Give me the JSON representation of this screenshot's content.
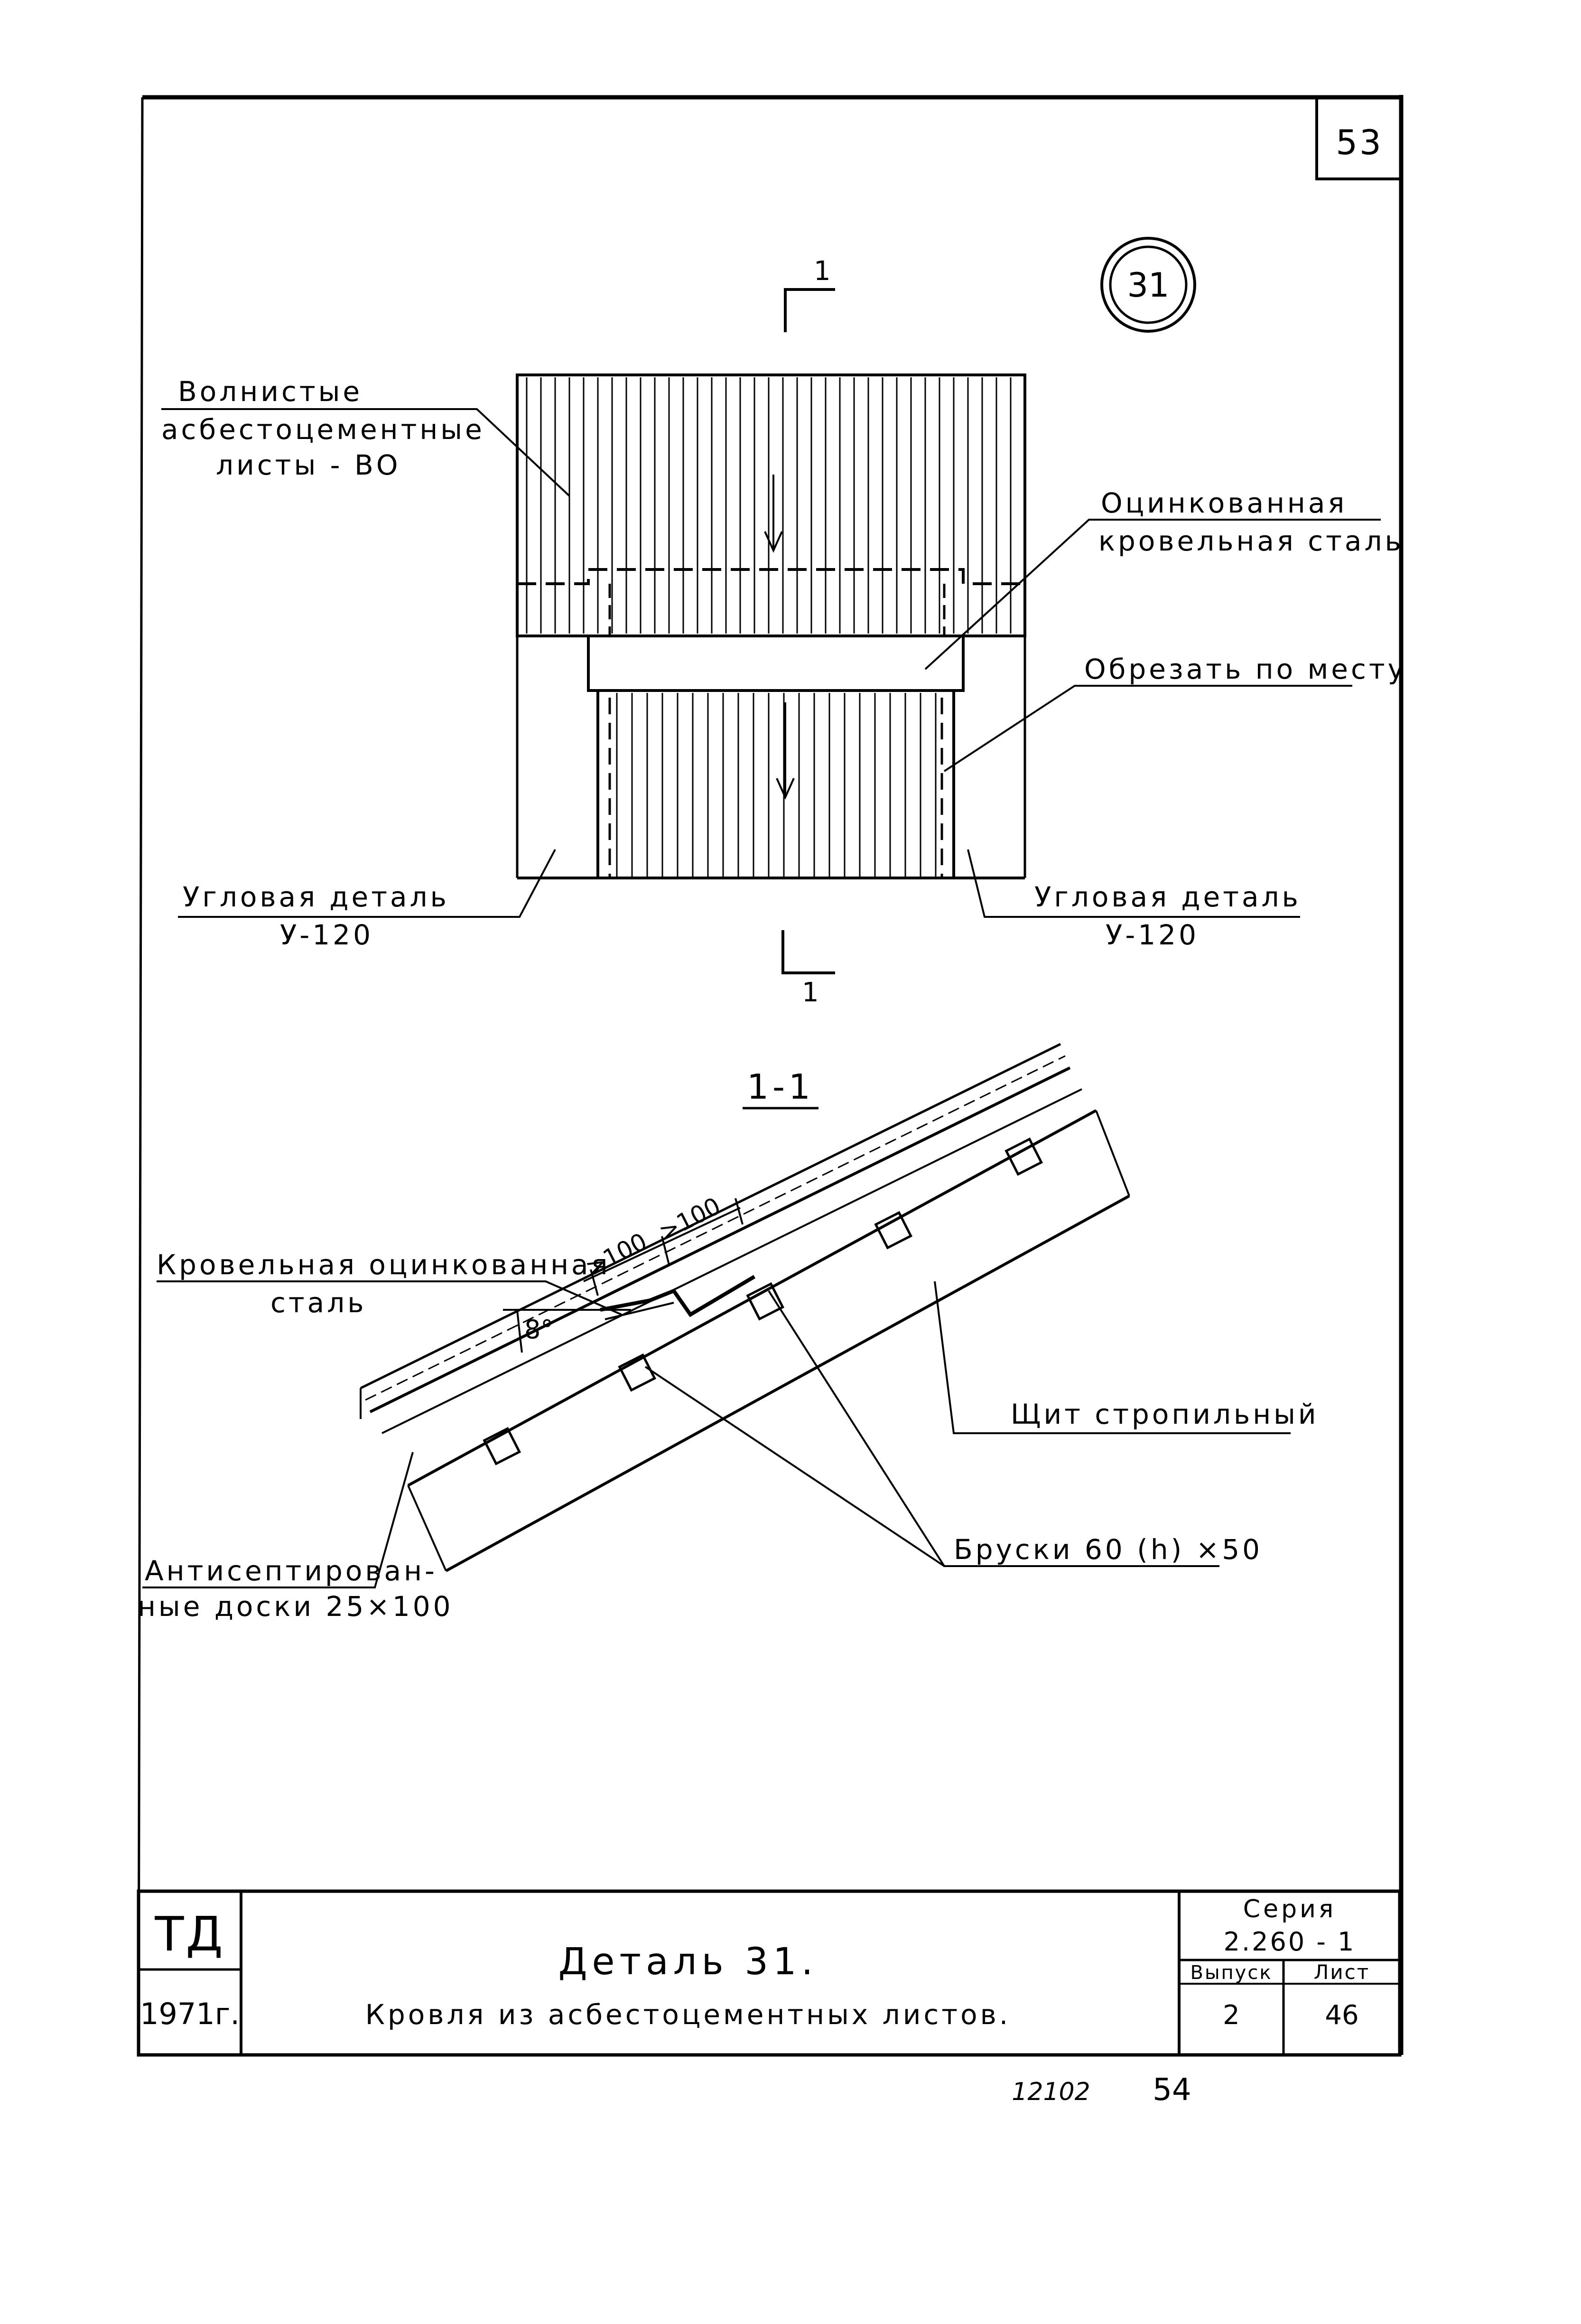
{
  "sheet": {
    "page_number": "53",
    "detail_marker": "31",
    "bottom_left_number": "12102",
    "bottom_right_number": "54"
  },
  "plan_view": {
    "section_mark": "1",
    "label_wavy_sheets": [
      "Волнистые",
      "асбестоцементные",
      "листы - ВО"
    ],
    "label_galvanized_steel": [
      "Оцинкованная",
      "кровельная сталь"
    ],
    "label_cut_to_fit": "Обрезать по месту",
    "label_corner_left": [
      "Угловая деталь",
      "У-120"
    ],
    "label_corner_right": [
      "Угловая деталь",
      "У-120"
    ]
  },
  "section_view": {
    "title": "1-1",
    "dim_1": ">100",
    "dim_2": ">100",
    "angle": "8°",
    "label_roof_steel": [
      "Кровельная оцинкованная",
      "сталь"
    ],
    "label_rafter_panel": "Щит стропильный",
    "label_bars": "Бруски 60 (h) ×50",
    "label_boards": [
      "Антисептирован-",
      "ные доски 25×100"
    ]
  },
  "title_block": {
    "org": "ТД",
    "year": "1971г.",
    "title": "Деталь 31.",
    "subtitle": "Кровля из асбестоцементных листов.",
    "series_label": "Серия",
    "series_value": "2.260 - 1",
    "issue_label": "Выпуск",
    "issue_value": "2",
    "sheet_label": "Лист",
    "sheet_value": "46"
  }
}
